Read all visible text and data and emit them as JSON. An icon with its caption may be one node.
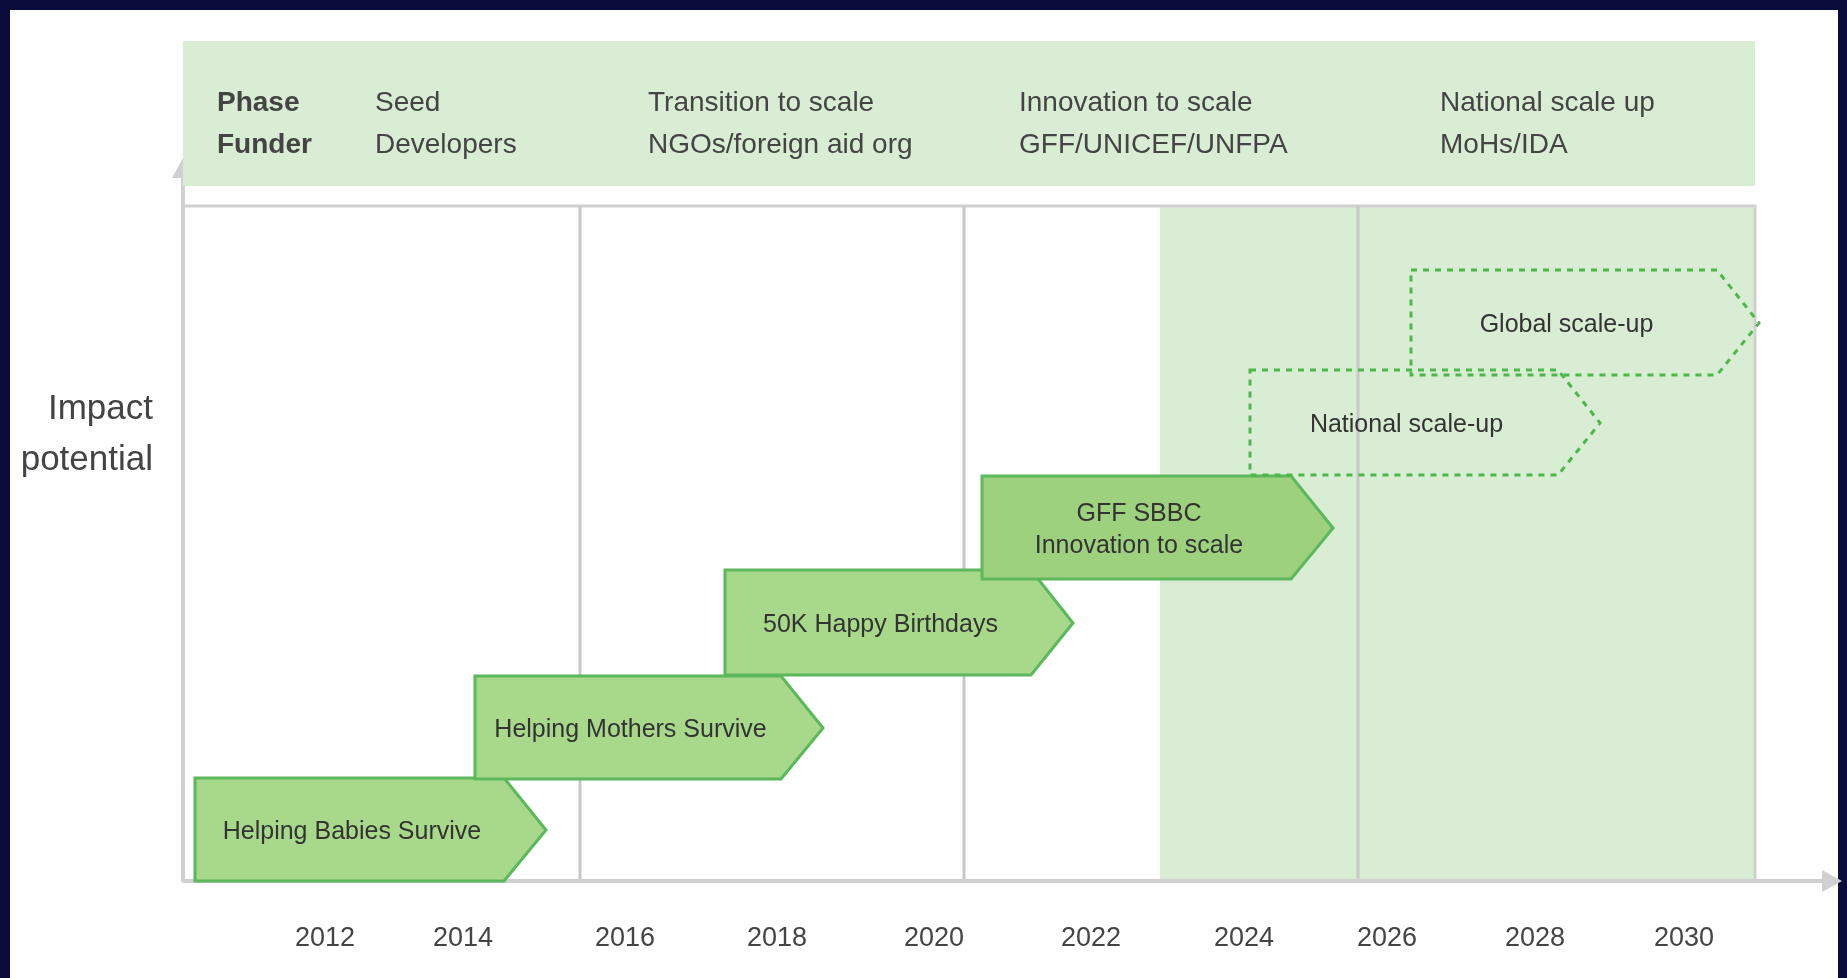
{
  "diagram": {
    "nodes": [
      {
        "text": [
          "Phase",
          "Funder",
          "Seed",
          "Developers",
          "Transition to scale",
          "NGOs/foreign aid org",
          "Innovation to scale",
          "GFF/UNICEF/UNFPA",
          "National scale up",
          "MoHs/IDA"
        ]
      },
      {
        "text": [
          "Helping Babies Survive"
        ]
      },
      {
        "text": [
          "Helping Mothers Survive"
        ]
      },
      {
        "text": [
          "50K Happy Birthdays"
        ]
      },
      {
        "text": [
          "GFF SBBC",
          "Innovation to scale"
        ]
      },
      {
        "text": [
          "National scale-up"
        ]
      },
      {
        "text": [
          "Global scale-up"
        ]
      }
    ],
    "labels": [
      "Impact potential",
      "2012",
      "2014",
      "2016",
      "2018",
      "2020",
      "2022",
      "2024",
      "2026",
      "2028",
      "2030"
    ]
  }
}
